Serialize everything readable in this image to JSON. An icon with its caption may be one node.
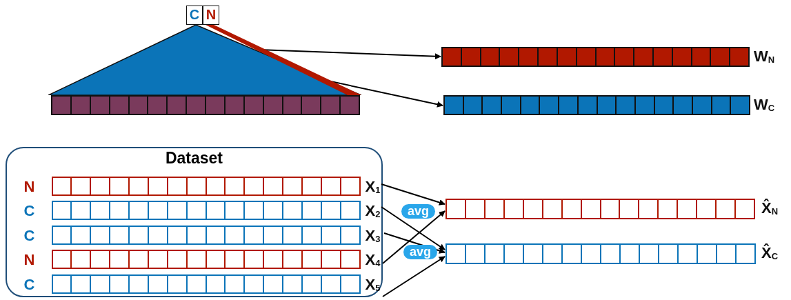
{
  "diagram": {
    "nodes": [
      {
        "text": [
          "C",
          "N"
        ]
      },
      {
        "text": [],
        "shape": "triangle"
      },
      {
        "text": [],
        "shape": "bar"
      },
      {
        "text": [],
        "shape": "bar"
      },
      {
        "text": [],
        "shape": "bar",
        "beside": [
          "W$_{N}$"
        ]
      },
      {
        "text": [],
        "shape": "bar",
        "beside": [
          "W$_{C}$"
        ]
      },
      {
        "text": [
          "Dataset"
        ]
      },
      {
        "text": [],
        "shape": "bar",
        "in": 6,
        "beside": [
          "N",
          "X$_{1}$"
        ]
      },
      {
        "text": [],
        "shape": "bar",
        "in": 6,
        "beside": [
          "C",
          "X$_{2}$"
        ]
      },
      {
        "text": [],
        "shape": "bar",
        "in": 6,
        "beside": [
          "C",
          "X$_{3}$"
        ]
      },
      {
        "text": [],
        "shape": "bar",
        "in": 6,
        "beside": [
          "N",
          "X$_{4}$"
        ]
      },
      {
        "text": [],
        "shape": "bar",
        "in": 6,
        "beside": [
          "C",
          "X$_{5}$"
        ]
      },
      {
        "text": [],
        "shape": "bar",
        "beside": [
          "X̂$_{N}$"
        ]
      },
      {
        "text": [],
        "shape": "bar",
        "beside": [
          "X̂$_{C}$"
        ]
      }
    ],
    "edges": [
      {
        "from": 2,
        "to": 4,
        "arrow": "to"
      },
      {
        "from": 1,
        "to": 5,
        "arrow": "to"
      },
      {
        "from": 7,
        "to": 12,
        "arrow": "to"
      },
      {
        "from": 8,
        "to": 13,
        "arrow": "to"
      },
      {
        "from": 9,
        "to": 13,
        "arrow": "to",
        "label": "avg"
      },
      {
        "from": 10,
        "to": 12,
        "arrow": "to",
        "label": "avg"
      },
      {
        "from": 11,
        "to": 13,
        "arrow": "to"
      }
    ]
  }
}
